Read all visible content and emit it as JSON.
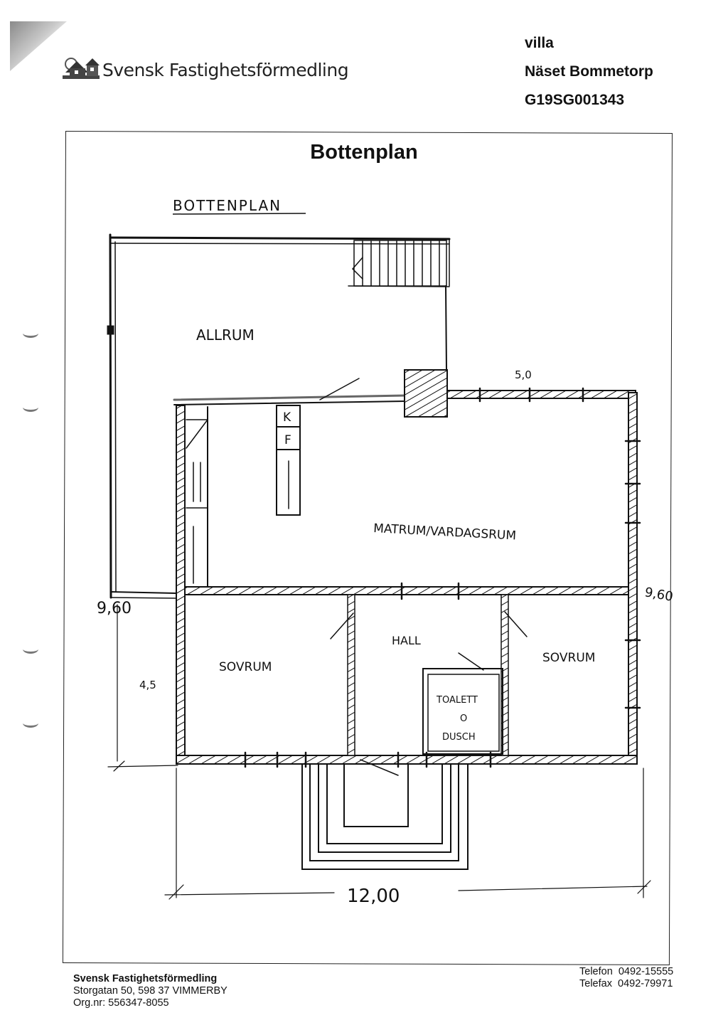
{
  "header": {
    "brand": "Svensk Fastighetsförmedling",
    "type": "villa",
    "address": "Näset Bommetorp",
    "object_id": "G19SG001343"
  },
  "plan": {
    "title": "Bottenplan",
    "handwritten_title": "BOTTENPLAN",
    "rooms": {
      "allrum": "ALLRUM",
      "matrum": "MATRUM/VARDAGSRUM",
      "sovrum_left": "SOVRUM",
      "hall": "HALL",
      "sovrum_right": "SOVRUM",
      "toalett_1": "TOALETT",
      "toalett_2": "O",
      "toalett_3": "DUSCH",
      "k": "K",
      "f": "F"
    },
    "dimensions": {
      "left": "9,60",
      "right": "9,60",
      "depth": "4,5",
      "top": "5,0",
      "bottom": "12,00"
    }
  },
  "footer": {
    "company": "Svensk Fastighetsförmedling",
    "street": "Storgatan 50, 598 37  VIMMERBY",
    "org": "Org.nr: 556347-8055",
    "phone_label": "Telefon",
    "phone": "0492-15555",
    "fax_label": "Telefax",
    "fax": "0492-79971"
  }
}
